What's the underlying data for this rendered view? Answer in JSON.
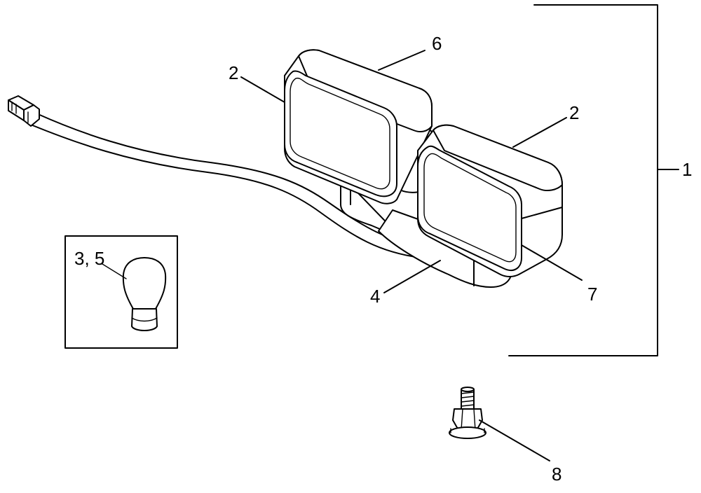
{
  "callouts": {
    "c1": "1",
    "c2_left": "2",
    "c2_right": "2",
    "c35": "3, 5",
    "c4": "4",
    "c6": "6",
    "c7": "7",
    "c8": "8"
  },
  "colors": {
    "line": "#000000",
    "background": "#ffffff"
  },
  "icons": [
    "lamp-assembly",
    "wire-harness",
    "connector-plug",
    "bulb",
    "flange-bolt"
  ]
}
